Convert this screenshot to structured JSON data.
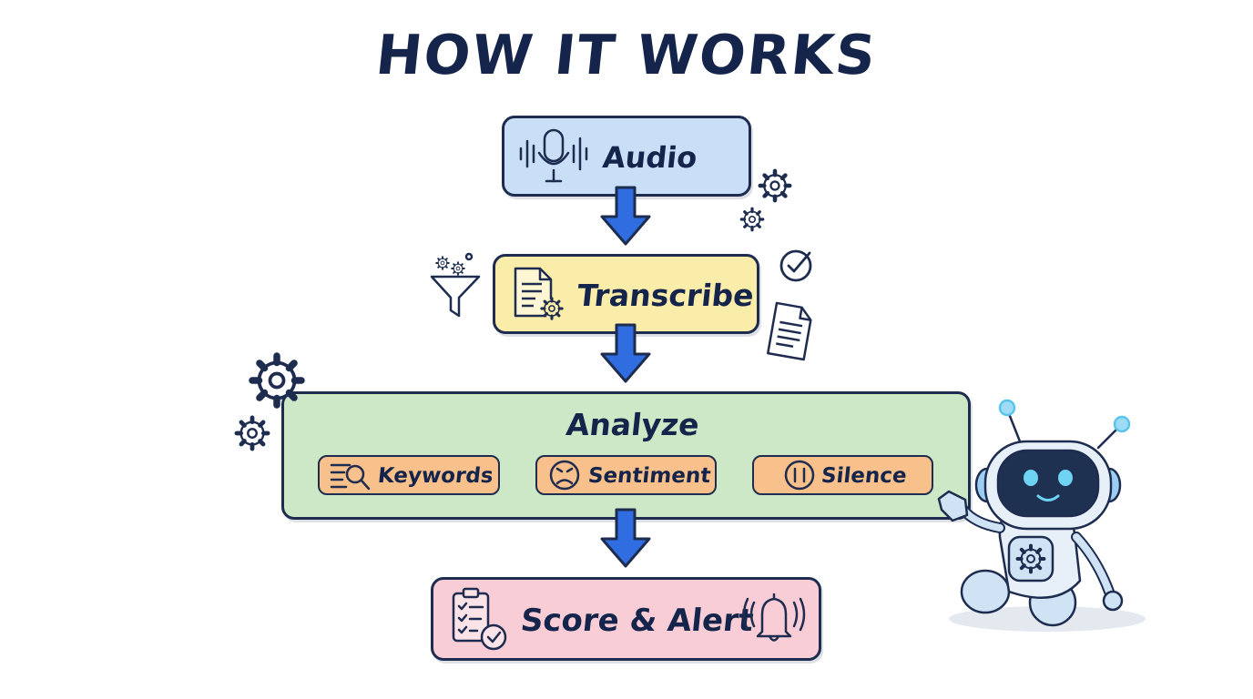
{
  "title": "HOW IT WORKS",
  "steps": [
    {
      "label": "Audio",
      "icon": "microphone-waveform-icon",
      "color": "#c9dff7"
    },
    {
      "label": "Transcribe",
      "icon": "document-gear-icon",
      "color": "#faeda9"
    },
    {
      "label": "Analyze",
      "color": "#cce8c6",
      "chips": [
        {
          "label": "Keywords",
          "icon": "magnifier-list-icon"
        },
        {
          "label": "Sentiment",
          "icon": "sad-face-icon"
        },
        {
          "label": "Silence",
          "icon": "pause-icon"
        }
      ]
    },
    {
      "label": "Score & Alert",
      "icon": "clipboard-check-icon",
      "icon2": "bell-icon",
      "color": "#f9cdd6"
    }
  ],
  "chip_color": "#f8c08a",
  "arrow_color": "#2f6de0",
  "decorations": [
    "gear-icon",
    "funnel-icon",
    "check-circle-icon",
    "document-icon",
    "robot-mascot"
  ]
}
